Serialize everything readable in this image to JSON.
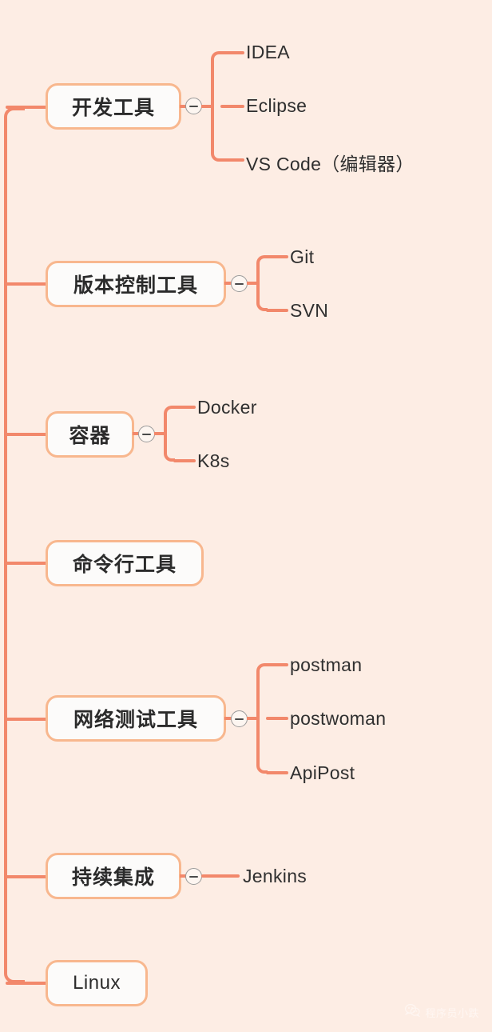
{
  "colors": {
    "background": "#FDEDE4",
    "connector": "#F2886B",
    "node_border": "#F8B78E",
    "node_fill": "#FCFBFA",
    "text": "#2B2B2B",
    "toggle_border": "#9A9A9A"
  },
  "diagram": {
    "type": "mind-map",
    "orientation": "left-trunk-right-branches",
    "branches": [
      {
        "label": "开发工具",
        "script": "cjk",
        "collapsible": true,
        "toggle_state": "expanded",
        "toggle_glyph": "minus",
        "children": [
          "IDEA",
          "Eclipse",
          "VS Code（编辑器）"
        ]
      },
      {
        "label": "版本控制工具",
        "script": "cjk",
        "collapsible": true,
        "toggle_state": "expanded",
        "toggle_glyph": "minus",
        "children": [
          "Git",
          "SVN"
        ]
      },
      {
        "label": "容器",
        "script": "cjk",
        "collapsible": true,
        "toggle_state": "expanded",
        "toggle_glyph": "minus",
        "children": [
          "Docker",
          "K8s"
        ]
      },
      {
        "label": "命令行工具",
        "script": "cjk",
        "collapsible": false,
        "children": []
      },
      {
        "label": "网络测试工具",
        "script": "cjk",
        "collapsible": true,
        "toggle_state": "expanded",
        "toggle_glyph": "minus",
        "children": [
          "postman",
          "postwoman",
          "ApiPost"
        ]
      },
      {
        "label": "持续集成",
        "script": "cjk",
        "collapsible": true,
        "toggle_state": "expanded",
        "toggle_glyph": "minus",
        "children": [
          "Jenkins"
        ]
      },
      {
        "label": "Linux",
        "script": "latin",
        "collapsible": false,
        "children": []
      }
    ]
  },
  "watermark": {
    "icon": "wechat-icon",
    "text": "程序员小跌"
  }
}
